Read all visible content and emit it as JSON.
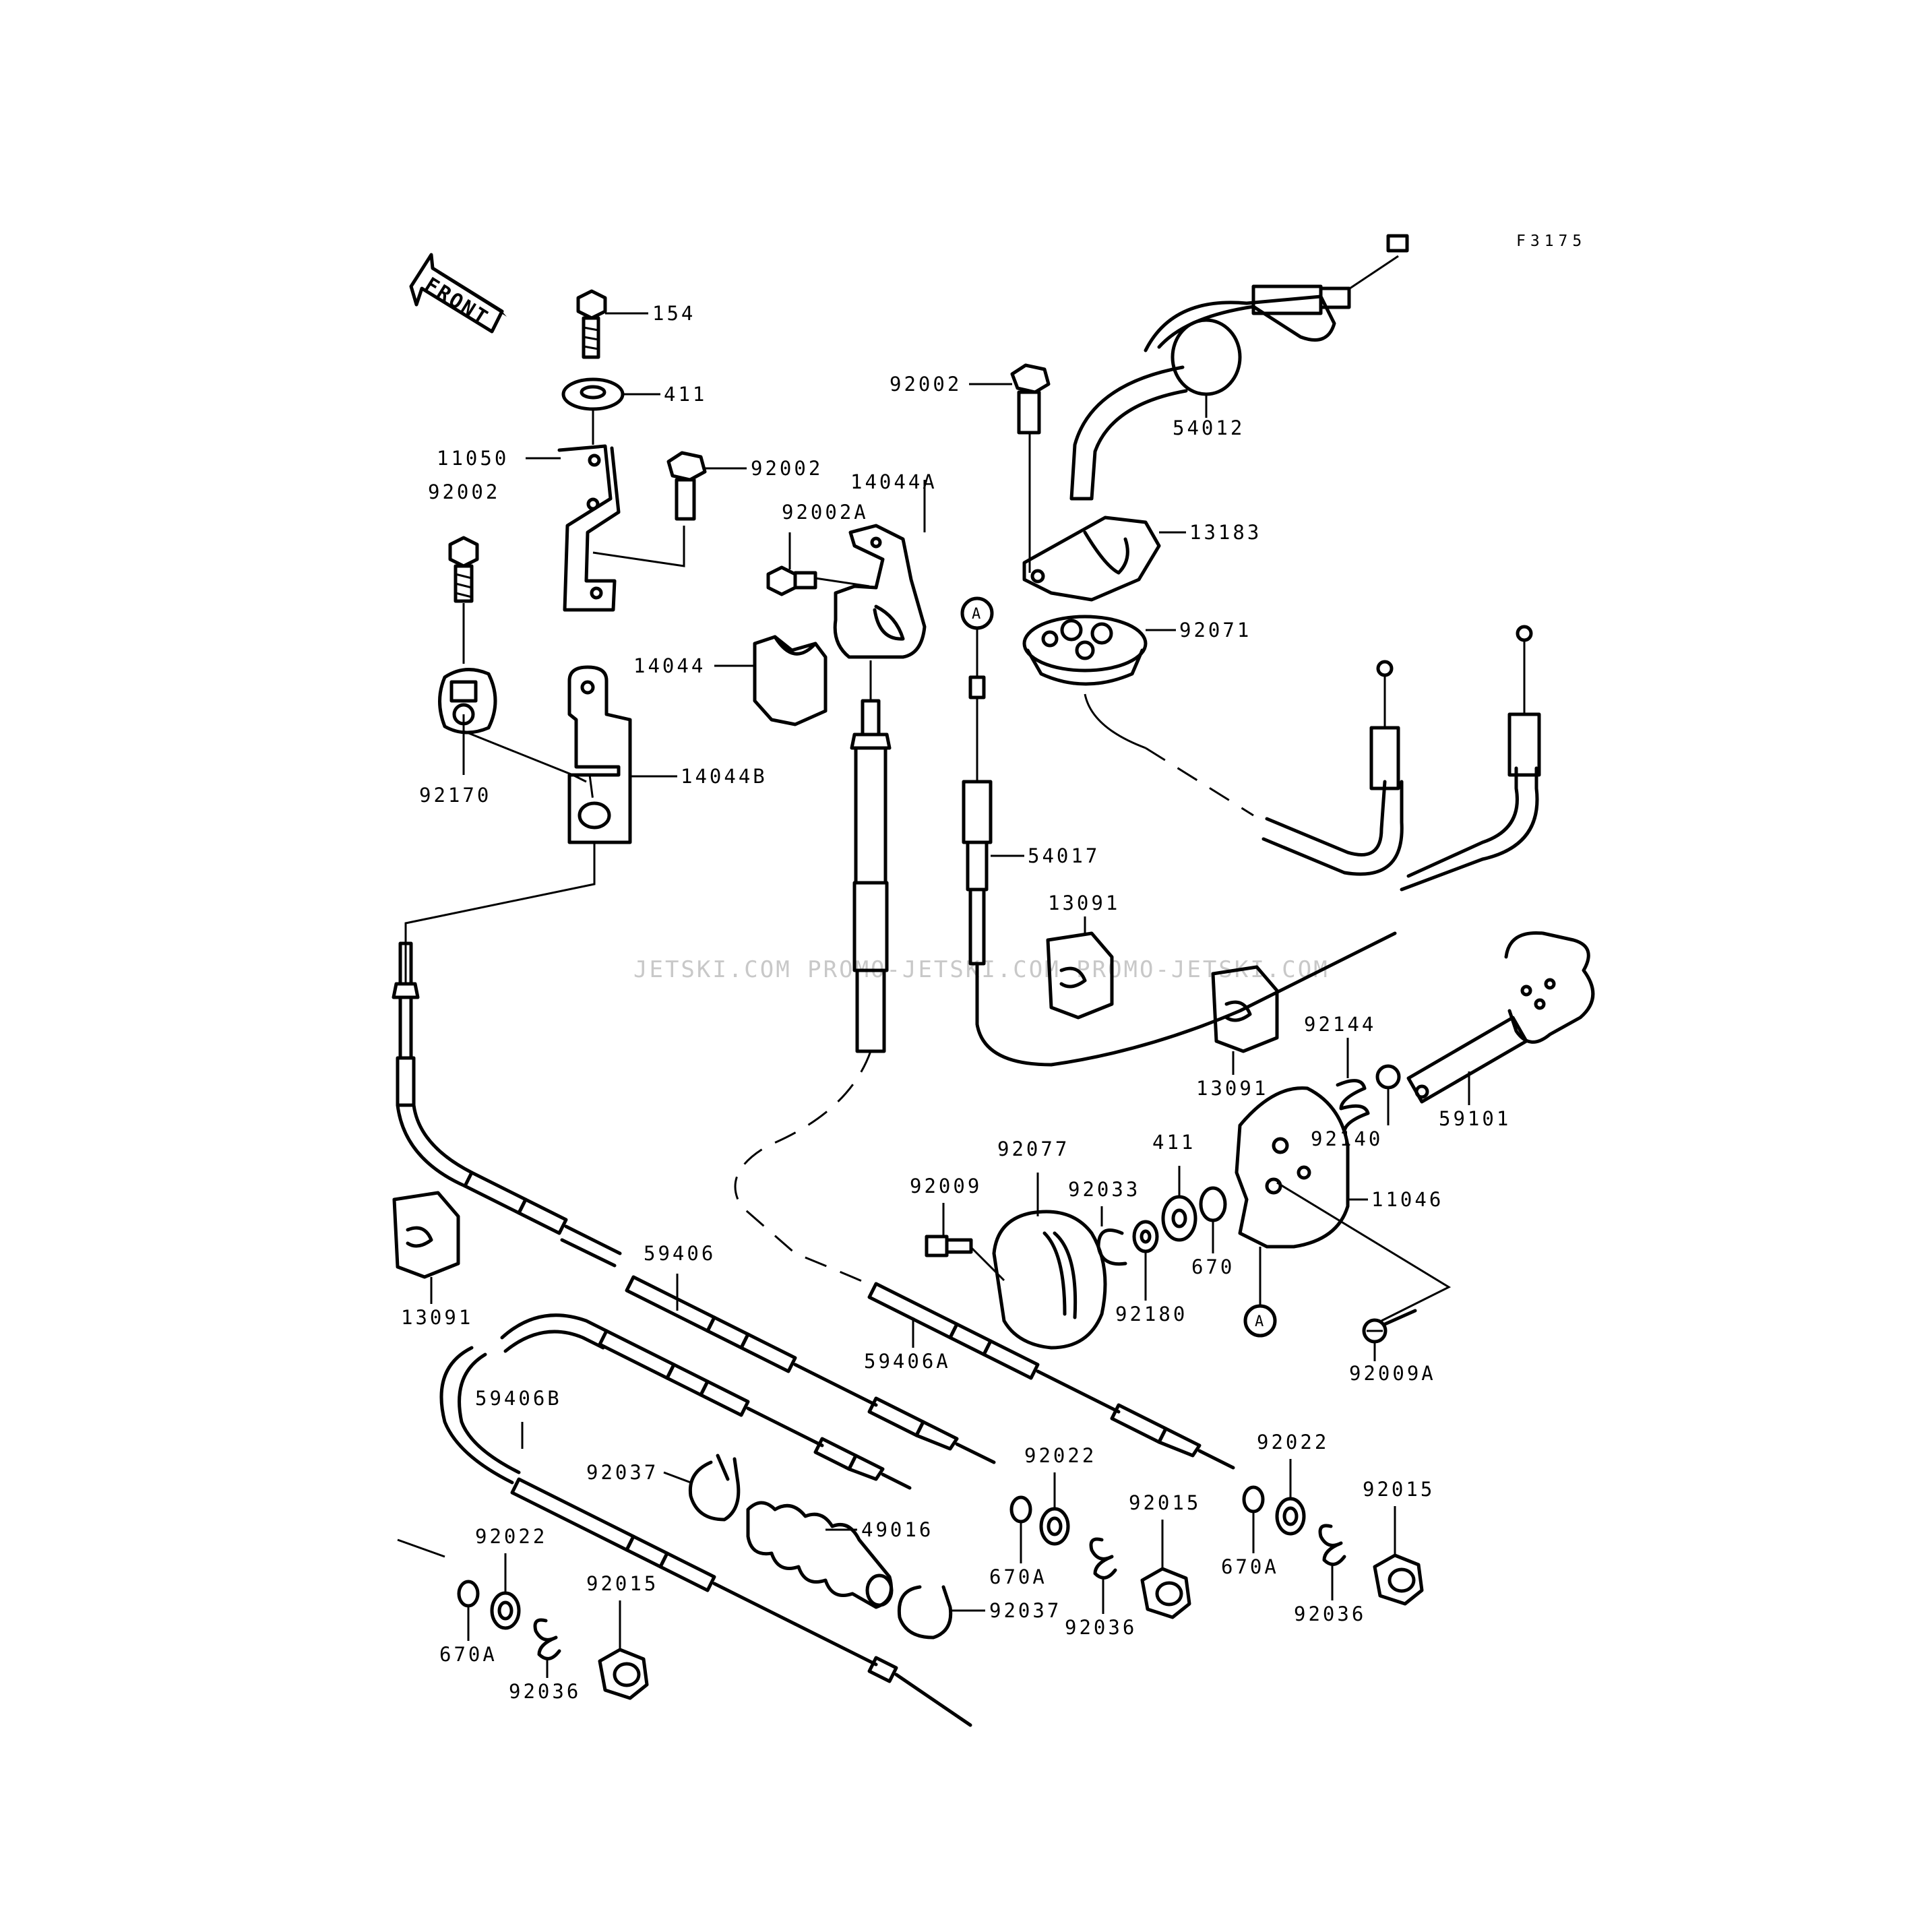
{
  "diagram": {
    "figure_code": "F3175",
    "front_label": "FRONT",
    "ref_marker": "A",
    "watermark": "JETSKI.COM  PROMO-JETSKI.COM  PROMO-JETSKI.COM",
    "callouts": {
      "c154": "154",
      "c411a": "411",
      "c11050": "11050",
      "c92002a": "92002",
      "c92002b": "92002",
      "c92002c": "92002",
      "c14044A": "14044A",
      "c92002A": "92002A",
      "c14044": "14044",
      "c14044B": "14044B",
      "c92170": "92170",
      "c54012": "54012",
      "c13183": "13183",
      "c92071": "92071",
      "c54017": "54017",
      "c13091a": "13091",
      "c13091b": "13091",
      "c13091c": "13091",
      "c92144": "92144",
      "c92140": "92140",
      "c59101": "59101",
      "c92077": "92077",
      "c92009": "92009",
      "c92033": "92033",
      "c411b": "411",
      "c11046": "11046",
      "c670": "670",
      "c92180": "92180",
      "c92009A": "92009A",
      "c59406": "59406",
      "c59406A": "59406A",
      "c59406B": "59406B",
      "c92037a": "92037",
      "c92037b": "92037",
      "c49016": "49016",
      "c92022a": "92022",
      "c92022b": "92022",
      "c92022c": "92022",
      "c92015a": "92015",
      "c92015b": "92015",
      "c92015c": "92015",
      "c92036a": "92036",
      "c92036b": "92036",
      "c92036c": "92036",
      "c670Aa": "670A",
      "c670Ab": "670A",
      "c670Ac": "670A"
    }
  }
}
